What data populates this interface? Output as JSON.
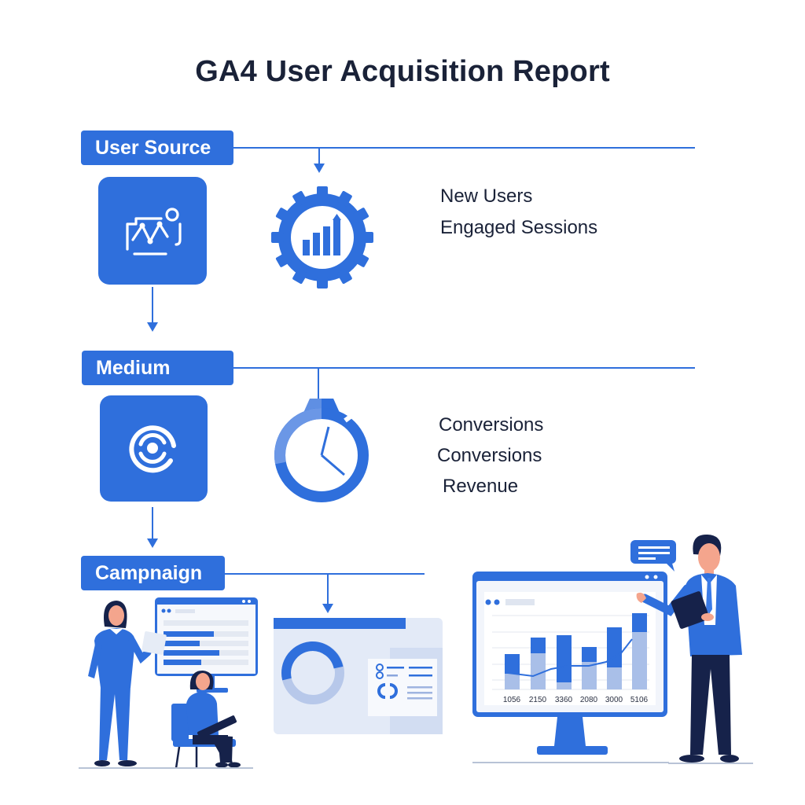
{
  "title": "GA4 User Acquisition Report",
  "colors": {
    "accent": "#2f6fdc",
    "accent_light": "#a9bfe8",
    "text_dark": "#1a2238",
    "navy": "#16224a"
  },
  "stages": [
    {
      "label": "User Source",
      "icon": "analytics-image-icon",
      "node_icon": "gear-bar-chart-icon",
      "metrics": [
        "New Users",
        "Engaged Sessions"
      ]
    },
    {
      "label": "Medium",
      "icon": "target-refresh-icon",
      "node_icon": "stopwatch-icon",
      "metrics": [
        "Conversions",
        "Conversions",
        "Revenue"
      ]
    },
    {
      "label": "Campnaign",
      "icon": "dashboard-window-icon"
    }
  ],
  "chart_data": {
    "type": "bar",
    "title": "",
    "categories": [
      "1056",
      "2150",
      "3360",
      "2080",
      "3000",
      "5106"
    ],
    "series": [
      {
        "name": "lower segment (light)",
        "values": [
          20,
          60,
          15,
          45,
          30,
          100
        ]
      },
      {
        "name": "upper segment (dark)",
        "values": [
          40,
          30,
          80,
          30,
          80,
          40
        ]
      },
      {
        "name": "trend line",
        "values": [
          20,
          18,
          48,
          50,
          62,
          95
        ]
      }
    ],
    "xlabel": "",
    "ylabel": "",
    "grid": true
  }
}
